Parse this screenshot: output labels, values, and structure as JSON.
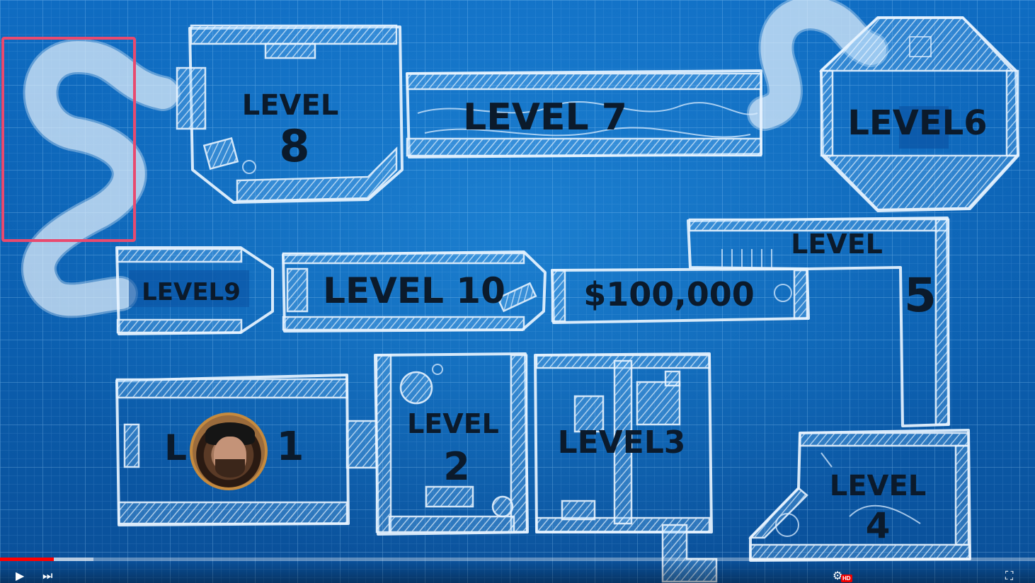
{
  "video": {
    "progress_fraction": 0.052,
    "buffered_fraction": 0.09,
    "hd_badge": "HD",
    "controls": {
      "play_icon": "play-icon",
      "next_icon": "next-icon",
      "settings_icon": "gear-icon",
      "fullscreen_icon": "fullscreen-icon"
    }
  },
  "map": {
    "rooms": {
      "level1_left": "L",
      "level1_right": "1",
      "level2_line1": "LEVEL",
      "level2_line2": "2",
      "level3": "LEVEL3",
      "level4_line1": "LEVEL",
      "level4_line2": "4",
      "level5_line1": "LEVEL",
      "level5_line2": "5",
      "level6": "LEVEL6",
      "level7": "LEVEL 7",
      "level8_line1": "LEVEL",
      "level8_line2": "8",
      "level9": "LEVEL9",
      "level10": "LEVEL 10",
      "prize": "$100,000"
    },
    "highlight_color": "#e84a6f",
    "blueprint_color": "#0b5eae"
  }
}
